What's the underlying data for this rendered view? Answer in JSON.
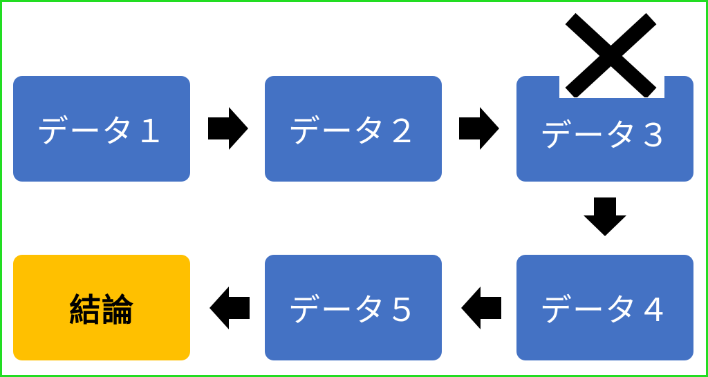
{
  "diagram": {
    "nodes": [
      {
        "id": "data1",
        "label": "データ１"
      },
      {
        "id": "data2",
        "label": "データ２"
      },
      {
        "id": "data3",
        "label": "データ３"
      },
      {
        "id": "data4",
        "label": "データ４"
      },
      {
        "id": "data5",
        "label": "データ５"
      },
      {
        "id": "conclusion",
        "label": "結論"
      }
    ],
    "edges": [
      {
        "from": "data1",
        "to": "data2",
        "direction": "right"
      },
      {
        "from": "data2",
        "to": "data3",
        "direction": "right"
      },
      {
        "from": "data3",
        "to": "data4",
        "direction": "down"
      },
      {
        "from": "data4",
        "to": "data5",
        "direction": "left"
      },
      {
        "from": "data5",
        "to": "conclusion",
        "direction": "left"
      }
    ],
    "marks": [
      {
        "node": "data3",
        "symbol": "cross-mark-icon"
      }
    ],
    "colors": {
      "data_box": "#4472c4",
      "conclusion_box": "#ffc000",
      "arrow": "#000000",
      "frame": "#22dd22"
    }
  }
}
